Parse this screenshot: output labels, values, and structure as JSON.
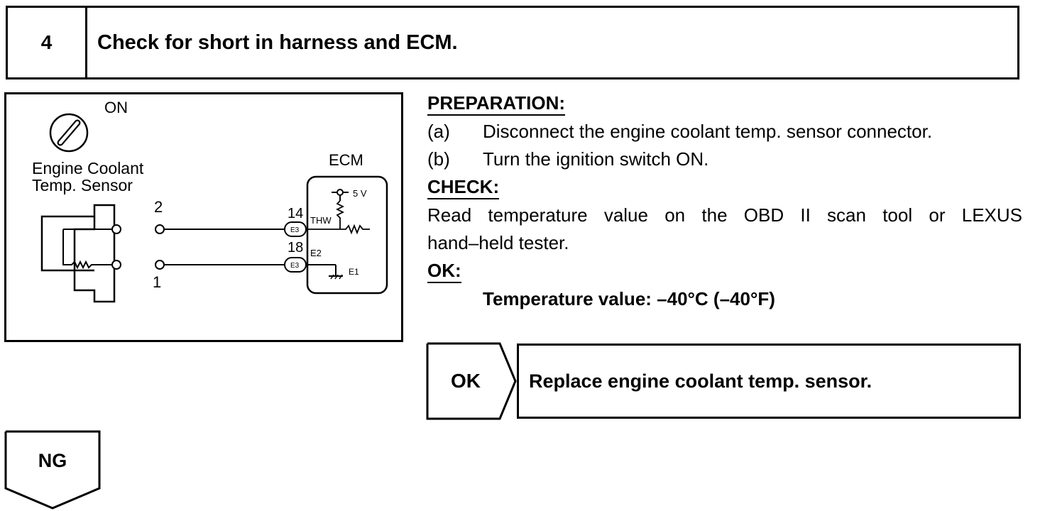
{
  "step": {
    "number": "4",
    "title": "Check for short in harness and ECM."
  },
  "diagram": {
    "ignition_label": "ON",
    "sensor_label_line1": "Engine Coolant",
    "sensor_label_line2": "Temp. Sensor",
    "ecm_label": "ECM",
    "voltage_label": "5 V",
    "pin_thw_number": "14",
    "pin_thw_name": "THW",
    "pin_e2_number": "18",
    "pin_e2_name": "E2",
    "connector_code_top": "E3",
    "connector_code_bottom": "E3",
    "ground_label": "E1",
    "terminal_top": "2",
    "terminal_bottom": "1"
  },
  "preparation": {
    "heading": "PREPARATION:",
    "steps": [
      {
        "marker": "(a)",
        "text": "Disconnect the engine coolant temp. sensor connector."
      },
      {
        "marker": "(b)",
        "text": "Turn the ignition switch ON."
      }
    ]
  },
  "check": {
    "heading": "CHECK:",
    "line1": "Read temperature value on the OBD II scan tool or LEXUS",
    "line2": "hand–held tester."
  },
  "ok_spec": {
    "heading": "OK:",
    "value": "Temperature value: –40°C (–40°F)"
  },
  "result_ok": {
    "label": "OK",
    "action": "Replace engine coolant temp. sensor."
  },
  "result_ng": {
    "label": "NG"
  }
}
